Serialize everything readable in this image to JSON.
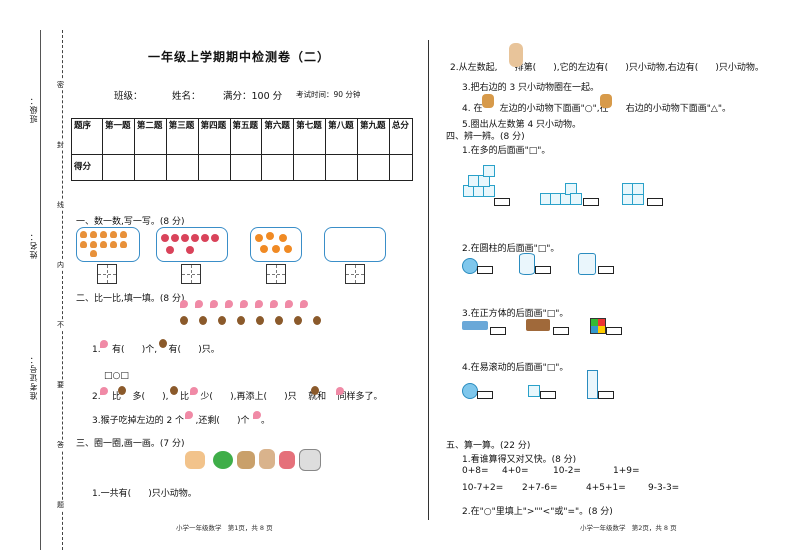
{
  "sidebar": {
    "class_label": "班级：",
    "name_label": "姓名：",
    "ticket_label": "准考证号：",
    "seal_chars": [
      "密",
      "封",
      "线",
      "内",
      "不",
      "要",
      "答",
      "题"
    ]
  },
  "left": {
    "title": "一年级上学期期中检测卷（二）",
    "info": {
      "class": "班级：",
      "name": "姓名：",
      "full": "满分：100 分",
      "time": "考试时间：90 分钟"
    },
    "score_table": {
      "row1": [
        "题序",
        "第一题",
        "第二题",
        "第三题",
        "第四题",
        "第五题",
        "第六题",
        "第七题",
        "第八题",
        "第九题",
        "总分"
      ],
      "row2": [
        "得分"
      ]
    },
    "s1": {
      "heading": "一、数一数,写一写。(8 分)"
    },
    "s2": {
      "heading": "二、比一比,填一填。(8 分)",
      "q1": "1.    有(      )个,    有(      )只。",
      "shapes": "□○□",
      "q2": "2.    比    多(      ),    比    少(      ),再添上(      )只    就和    同样多了。",
      "q3": "3.猴子吃掉左边的 2 个    ,还剩(      )个    。"
    },
    "s3": {
      "heading": "三、圈一圈,画一画。(7 分)",
      "q1": "1.一共有(      )只小动物。"
    },
    "footer": "小学一年级数学   第1页，共 8 页"
  },
  "right": {
    "q2": "2.从左数起,      排第(      ),它的左边有(      )只小动物,右边有(      )只小动物。",
    "q3": "3.把右边的 3 只小动物圈在一起。",
    "q4": "4. 在      左边的小动物下面画\"○\",在      右边的小动物下面画\"△\"。",
    "q5": "5.圈出从左数第 4 只小动物。",
    "s4": {
      "heading": "四、辨一辨。(8 分)",
      "q1": "1.在多的后面画\"□\"。",
      "q2": "2.在圆柱的后面画\"□\"。",
      "q3": "3.在正方体的后面画\"□\"。",
      "q4": "4.在易滚动的后面画\"□\"。"
    },
    "s5": {
      "heading": "五、算一算。(22 分)",
      "q1": "1.看谁算得又对又快。(8 分)",
      "row1": [
        "0+8=",
        "4+0=",
        "10-2=",
        "1+9="
      ],
      "row2": [
        "10-7+2=",
        "2+7-6=",
        "4+5+1=",
        "9-3-3="
      ],
      "q2": "2.在\"○\"里填上\">\"\"<\"或\"=\"。(8 分)"
    },
    "footer": "小学一年级数学   第2页，共 8 页"
  }
}
